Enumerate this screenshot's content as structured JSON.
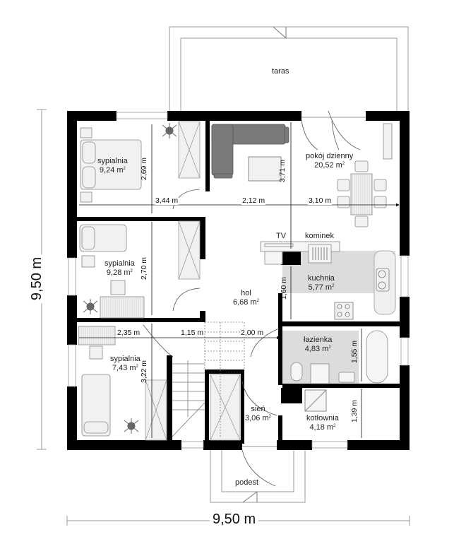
{
  "plan": {
    "overall_width": "9,50 m",
    "overall_height": "9,50 m",
    "colors": {
      "wall": "#000000",
      "floor_tile": "#dcdcdc",
      "sofa": "#7a7a7a",
      "line": "#9a9a9a"
    }
  },
  "rooms": [
    {
      "id": "taras",
      "name": "taras",
      "area": ""
    },
    {
      "id": "bedroom1",
      "name": "sypialnia",
      "area": "9,24 m",
      "unit_sup": "2"
    },
    {
      "id": "living",
      "name": "pokój dzienny",
      "area": "20,52 m",
      "unit_sup": "2"
    },
    {
      "id": "bedroom2",
      "name": "sypialnia",
      "area": "9,28 m",
      "unit_sup": "2"
    },
    {
      "id": "hall",
      "name": "hol",
      "area": "6,68 m",
      "unit_sup": "2"
    },
    {
      "id": "kitchen",
      "name": "kuchnia",
      "area": "5,77 m",
      "unit_sup": "2"
    },
    {
      "id": "bathroom",
      "name": "łazienka",
      "area": "4,83 m",
      "unit_sup": "2"
    },
    {
      "id": "bedroom3",
      "name": "sypialnia",
      "area": "7,43 m",
      "unit_sup": "2"
    },
    {
      "id": "vestibule",
      "name": "sień",
      "area": "3,06 m",
      "unit_sup": "2"
    },
    {
      "id": "boiler",
      "name": "kotłownia",
      "area": "4,18 m",
      "unit_sup": "2"
    },
    {
      "id": "porch",
      "name": "podest",
      "area": ""
    }
  ],
  "fixtures": {
    "tv": "TV",
    "fireplace": "kominek"
  },
  "dimensions": {
    "d_344": "3,44 m",
    "d_212": "2,12 m",
    "d_310": "3,10 m",
    "d_269": "2,69 m",
    "d_371": "3,71 m",
    "d_270": "2,70 m",
    "d_160": "1,60 m",
    "d_235": "2,35 m",
    "d_115": "1,15 m",
    "d_200": "2,00 m",
    "d_322": "3,22 m",
    "d_155": "1,55 m",
    "d_139": "1,39 m"
  }
}
